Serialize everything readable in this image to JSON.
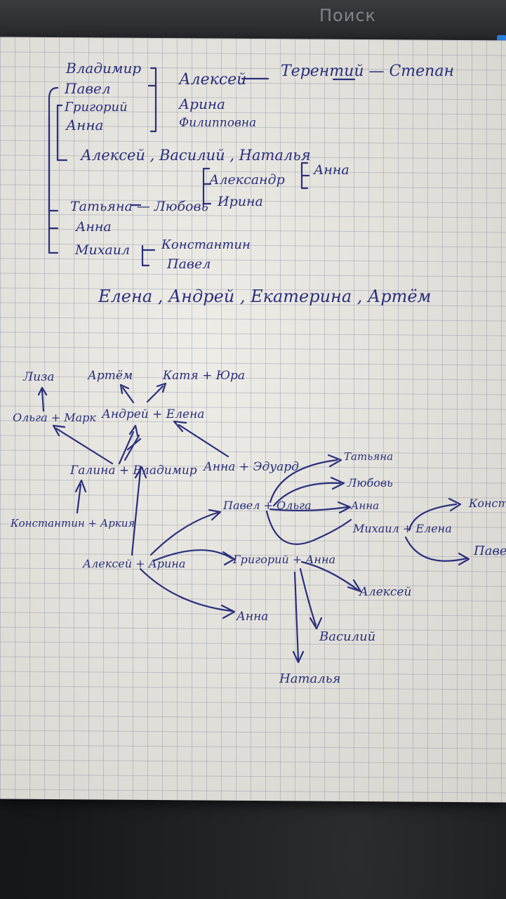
{
  "header": {
    "search_ghost": "Поиск"
  },
  "tree": {
    "row1": {
      "a": "Владимир",
      "b": "Павел",
      "c": "Алексей",
      "d": "Терентий — Степан"
    },
    "row2": {
      "a": "Григорий",
      "b": "Анна",
      "c": "Арина",
      "d": "Филипповна"
    },
    "children": "Алексей , Василий , Наталья",
    "sub1": {
      "a": "Александр",
      "b": "Ирина",
      "c": "Анна"
    },
    "tatiana": "Татьяна — Любовь",
    "anna": "Анна",
    "mikhail": "Михаил",
    "mikhail_children": {
      "a": "Константин",
      "b": "Павел"
    },
    "bottom_line": "Елена , Андрей , Екатерина , Артём"
  },
  "graph": {
    "liza": "Лиза",
    "artem": "Артём",
    "katya_yura": "Катя + Юра",
    "olga_mark": "Ольга + Марк",
    "andrey_elena": "Андрей + Елена",
    "galina_vladimir": "Галина + Владимир",
    "anna_eduard": "Анна + Эдуард",
    "tatiana": "Татьяна",
    "lyubov": "Любовь",
    "pavel_olga": "Павел + Ольга",
    "anna2": "Анна",
    "konstantin_arkiya": "Константин + Аркия",
    "mikhail_elena": "Михаил + Елена",
    "konst": "Констан",
    "pavel2": "Павел",
    "aleksey_arina": "Алексей + Арина",
    "grigory_anna": "Григорий + Анна",
    "aleksey": "Алексей",
    "anna3": "Анна",
    "vasily": "Василий",
    "natalya": "Наталья"
  },
  "colors": {
    "ink": "#2a2f7c",
    "paper": "#e8e6df",
    "grid": "#7882960"
  }
}
